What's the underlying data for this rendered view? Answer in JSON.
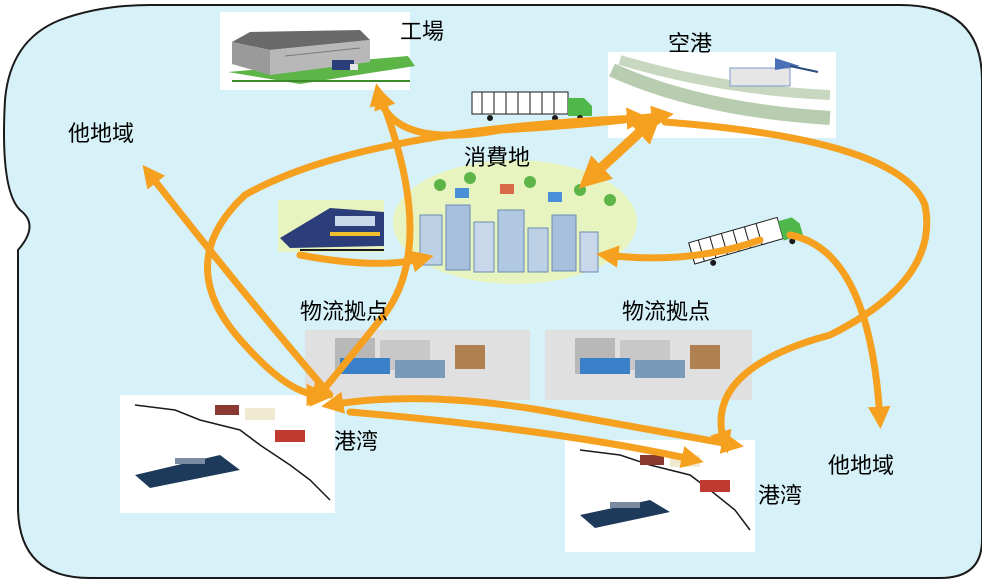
{
  "colors": {
    "background": "#d6f1f7",
    "border": "#1a1a1a",
    "arrow": "#f5a01f",
    "consumer_area": "#e8f4c0"
  },
  "labels": {
    "factory": "工場",
    "airport": "空港",
    "consumption": "消費地",
    "other_region_left": "他地域",
    "other_region_right": "他地域",
    "logistics_hub_left": "物流拠点",
    "logistics_hub_right": "物流拠点",
    "port_left": "港湾",
    "port_right": "港湾"
  },
  "icons": {
    "factory": "factory-icon",
    "airport": "airport-icon",
    "consumption": "city-icon",
    "truck_top": "truck-icon",
    "truck_right": "truck-icon",
    "train": "train-icon",
    "hub_left": "warehouse-icon",
    "hub_right": "warehouse-icon",
    "port_left": "port-icon",
    "port_right": "port-icon"
  }
}
